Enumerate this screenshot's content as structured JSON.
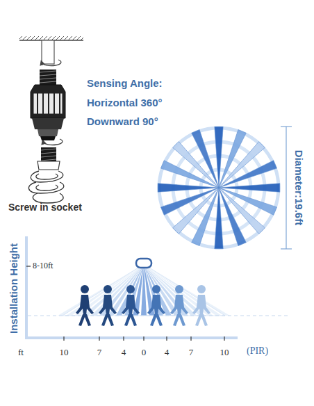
{
  "diagram": {
    "labels": [
      "Sensing Angle:",
      "Horizontal 360°",
      "Downward 90°",
      "Screw in socket",
      "Diameter:19.6ft",
      "Installation Height",
      "8-10ft",
      "ft",
      "10",
      "7",
      "4",
      "0",
      "4",
      "7",
      "10",
      "(PIR)"
    ]
  }
}
